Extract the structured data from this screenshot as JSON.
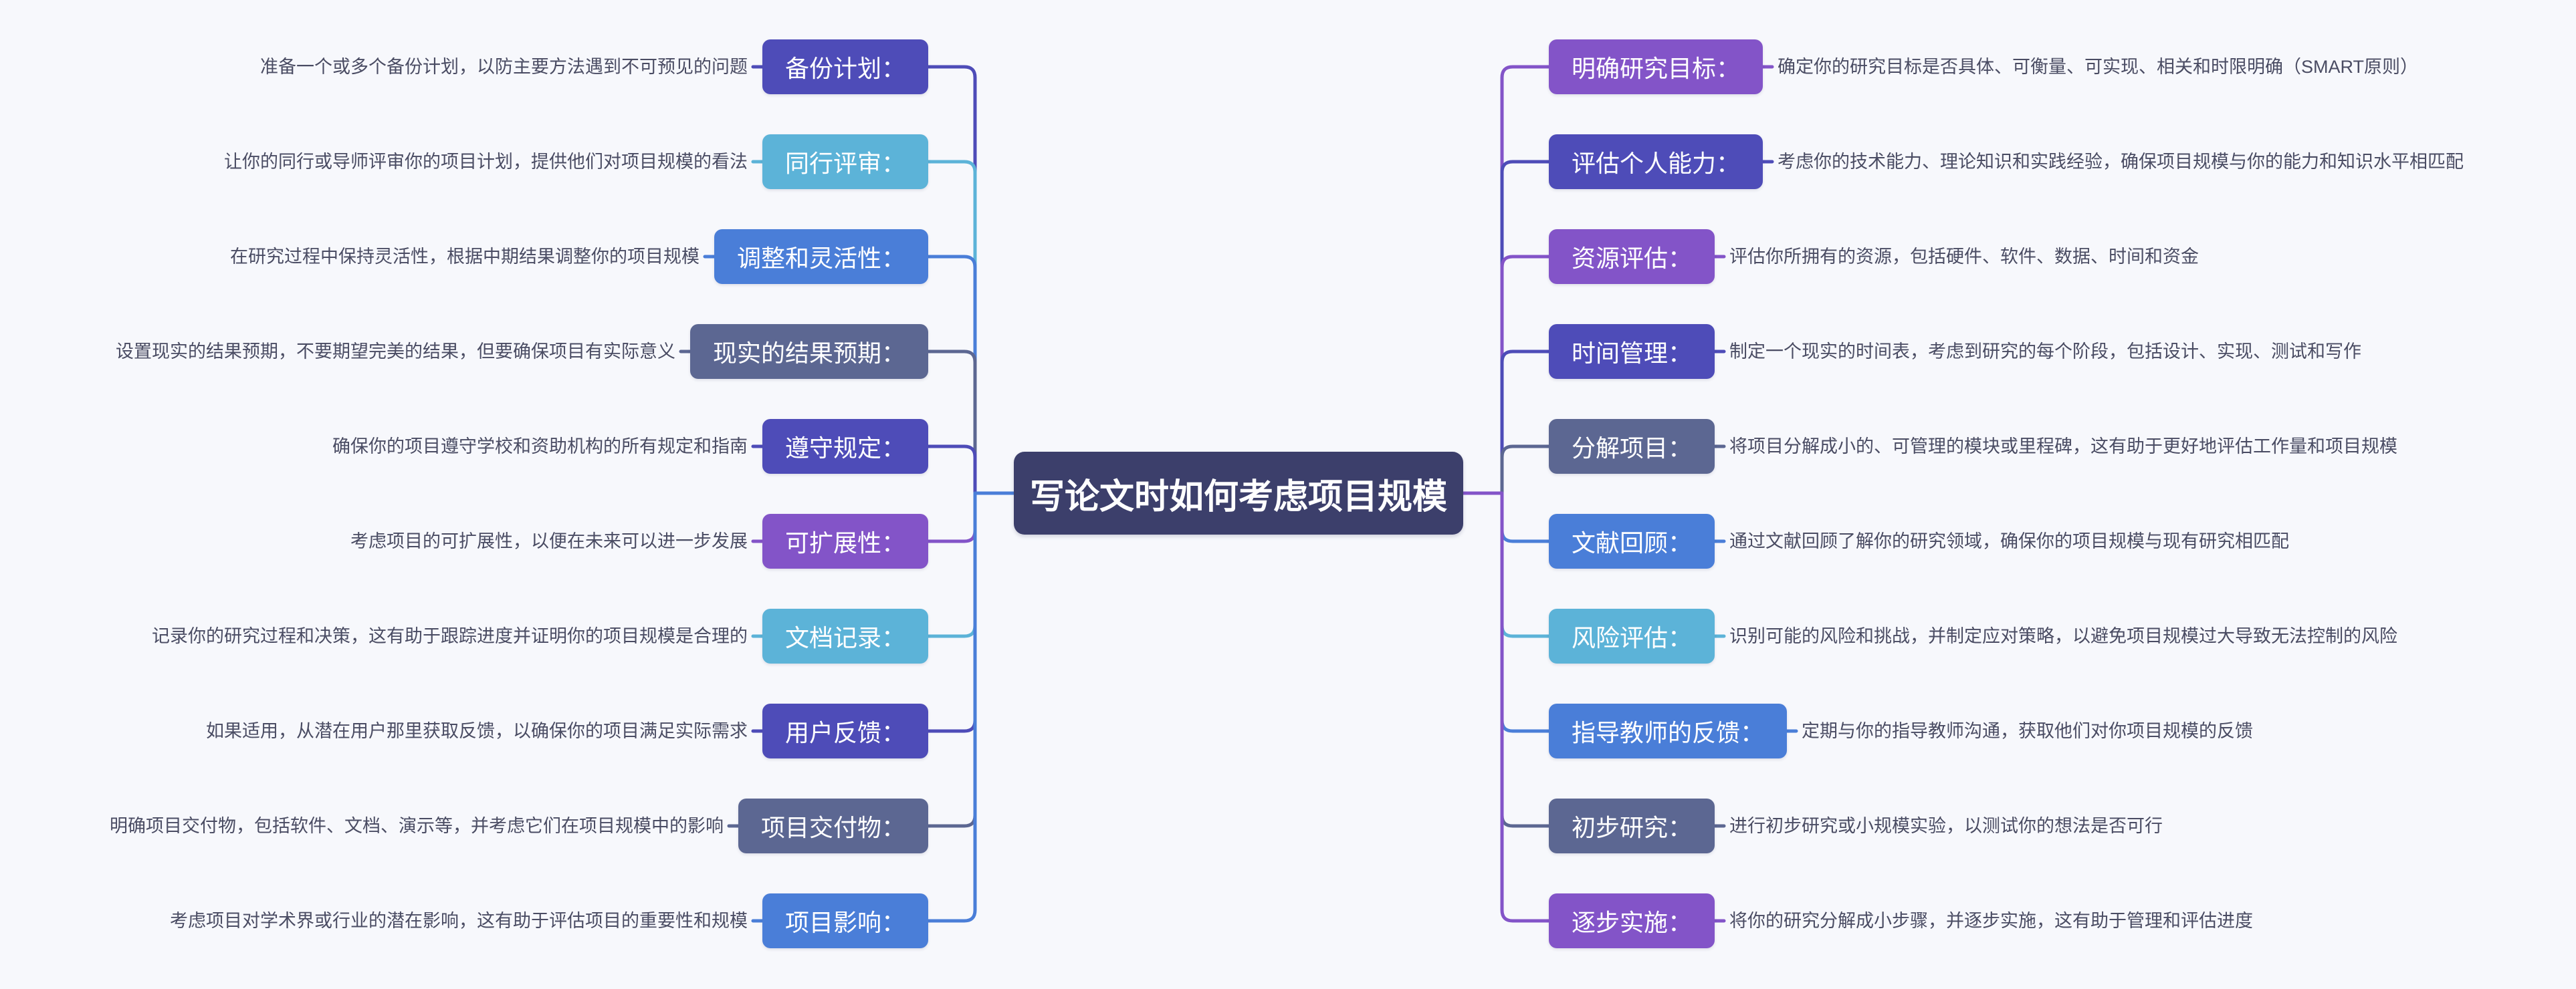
{
  "root": {
    "title": "写论文时如何考虑项目规模"
  },
  "left_branches": [
    {
      "label": "备份计划：",
      "desc": "准备一个或多个备份计划，以防主要方法遇到不可预见的问题",
      "color": "#4e4cb8"
    },
    {
      "label": "同行评审：",
      "desc": "让你的同行或导师评审你的项目计划，提供他们对项目规模的看法",
      "color": "#5cb3d8"
    },
    {
      "label": "调整和灵活性：",
      "desc": "在研究过程中保持灵活性，根据中期结果调整你的项目规模",
      "color": "#4a7ed8"
    },
    {
      "label": "现实的结果预期：",
      "desc": "设置现实的结果预期，不要期望完美的结果，但要确保项目有实际意义",
      "color": "#5c6792"
    },
    {
      "label": "遵守规定：",
      "desc": "确保你的项目遵守学校和资助机构的所有规定和指南",
      "color": "#4e4cb8"
    },
    {
      "label": "可扩展性：",
      "desc": "考虑项目的可扩展性，以便在未来可以进一步发展",
      "color": "#8354c8"
    },
    {
      "label": "文档记录：",
      "desc": "记录你的研究过程和决策，这有助于跟踪进度并证明你的项目规模是合理的",
      "color": "#5cb3d8"
    },
    {
      "label": "用户反馈：",
      "desc": "如果适用，从潜在用户那里获取反馈，以确保你的项目满足实际需求",
      "color": "#4e4cb8"
    },
    {
      "label": "项目交付物：",
      "desc": "明确项目交付物，包括软件、文档、演示等，并考虑它们在项目规模中的影响",
      "color": "#5c6792"
    },
    {
      "label": "项目影响：",
      "desc": "考虑项目对学术界或行业的潜在影响，这有助于评估项目的重要性和规模",
      "color": "#4a7ed8"
    }
  ],
  "right_branches": [
    {
      "label": "明确研究目标：",
      "desc": "确定你的研究目标是否具体、可衡量、可实现、相关和时限明确（SMART原则）",
      "color": "#8354c8"
    },
    {
      "label": "评估个人能力：",
      "desc": "考虑你的技术能力、理论知识和实践经验，确保项目规模与你的能力和知识水平相匹配",
      "color": "#4e4cb8"
    },
    {
      "label": "资源评估：",
      "desc": "评估你所拥有的资源，包括硬件、软件、数据、时间和资金",
      "color": "#8354c8"
    },
    {
      "label": "时间管理：",
      "desc": "制定一个现实的时间表，考虑到研究的每个阶段，包括设计、实现、测试和写作",
      "color": "#4e4cb8"
    },
    {
      "label": "分解项目：",
      "desc": "将项目分解成小的、可管理的模块或里程碑，这有助于更好地评估工作量和项目规模",
      "color": "#5c6792"
    },
    {
      "label": "文献回顾：",
      "desc": "通过文献回顾了解你的研究领域，确保你的项目规模与现有研究相匹配",
      "color": "#4a7ed8"
    },
    {
      "label": "风险评估：",
      "desc": "识别可能的风险和挑战，并制定应对策略，以避免项目规模过大导致无法控制的风险",
      "color": "#5cb3d8"
    },
    {
      "label": "指导教师的反馈：",
      "desc": "定期与你的指导教师沟通，获取他们对你项目规模的反馈",
      "color": "#4a7ed8"
    },
    {
      "label": "初步研究：",
      "desc": "进行初步研究或小规模实验，以测试你的想法是否可行",
      "color": "#5c6792"
    },
    {
      "label": "逐步实施：",
      "desc": "将你的研究分解成小步骤，并逐步实施，这有助于管理和评估进度",
      "color": "#8354c8"
    }
  ]
}
